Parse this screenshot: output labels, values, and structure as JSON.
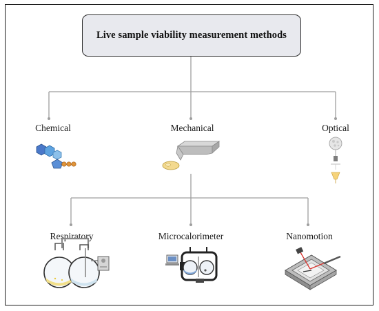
{
  "title": "Live sample viability measurement methods",
  "level1": [
    {
      "label": "Chemical",
      "icon": "molecule-icon"
    },
    {
      "label": "Mechanical",
      "icon": "cantilever-icon"
    },
    {
      "label": "Optical",
      "icon": "microscope-icon"
    }
  ],
  "level2": [
    {
      "label": "Respiratory",
      "icon": "flasks-icon"
    },
    {
      "label": "Microcalorimeter",
      "icon": "calorimeter-icon"
    },
    {
      "label": "Nanomotion",
      "icon": "nanomotion-icon"
    }
  ],
  "colors": {
    "title_fill": "#e8e9ee",
    "connector": "#9e9e9e",
    "molecule_blue": "#5b8fd6",
    "molecule_orange": "#e0953a",
    "laser_red": "#d9302a"
  }
}
